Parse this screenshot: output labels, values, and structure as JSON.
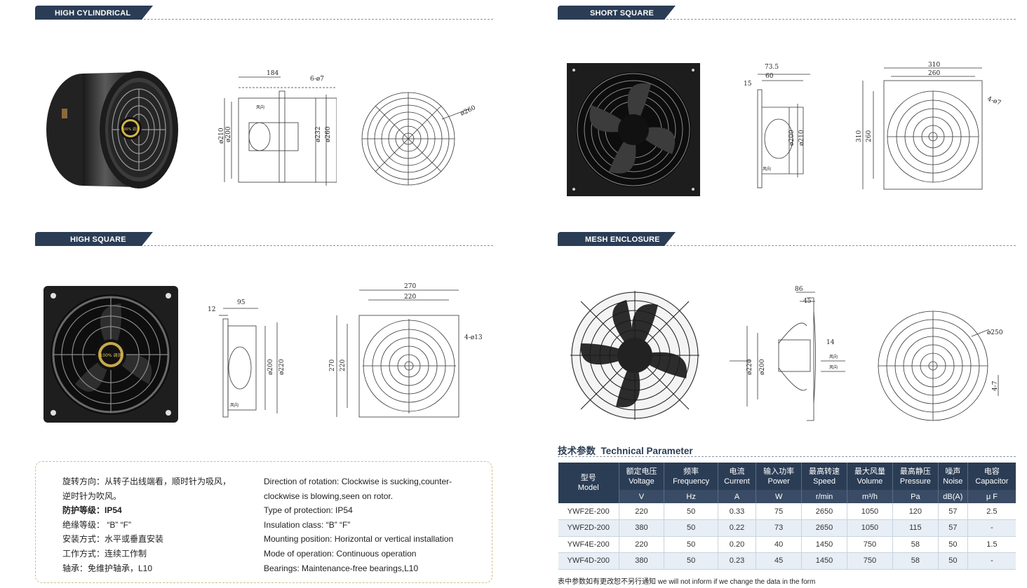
{
  "sections": {
    "high_cylindrical": {
      "title": "HIGH CYLINDRICAL",
      "dims": [
        "184",
        "6-ø7",
        "ø210",
        "ø200",
        "ø232",
        "ø260",
        "ø260"
      ]
    },
    "short_square": {
      "title": "SHORT SQUARE",
      "dims": [
        "73.5",
        "60",
        "15",
        "ø200",
        "ø210",
        "310",
        "260",
        "310",
        "260",
        "4-ø7"
      ]
    },
    "high_square": {
      "title": "HIGH SQUARE",
      "dims": [
        "95",
        "12",
        "ø200",
        "ø220",
        "270",
        "220",
        "270",
        "220",
        "4-ø13"
      ]
    },
    "mesh_enclosure": {
      "title": "MESH ENCLOSURE",
      "dims": [
        "86",
        "45",
        "14",
        "ø220",
        "ø200",
        "ø250",
        "4-7"
      ]
    }
  },
  "airflow_label": "风向",
  "badge_text": "100% 调测",
  "info": {
    "cn": [
      "旋转方向：从转子出线端看，顺时针为吸风，",
      "逆时针为吹风。",
      "防护等级：IP54",
      "绝缘等级：  “B”  “F”",
      "安装方式：水平或垂直安装",
      "工作方式：连续工作制",
      "轴承：免维护轴承，L10"
    ],
    "en": [
      "Direction of rotation: Clockwise is sucking,counter-",
      "clockwise is blowing,seen on rotor.",
      "Type of protection: IP54",
      "Insulation class: “B” “F”",
      "Mounting position: Horizontal or vertical installation",
      "Mode of operation: Continuous operation",
      "Bearings: Maintenance-free bearings,L10"
    ]
  },
  "tech": {
    "title_cn": "技术参数",
    "title_en": "Technical Parameter",
    "headers": [
      {
        "cn": "型号",
        "en": "Model"
      },
      {
        "cn": "额定电压",
        "en": "Voltage"
      },
      {
        "cn": "频率",
        "en": "Frequency"
      },
      {
        "cn": "电流",
        "en": "Current"
      },
      {
        "cn": "输入功率",
        "en": "Power"
      },
      {
        "cn": "最高转速",
        "en": "Speed"
      },
      {
        "cn": "最大风量",
        "en": "Volume"
      },
      {
        "cn": "最高静压",
        "en": "Pressure"
      },
      {
        "cn": "噪声",
        "en": "Noise"
      },
      {
        "cn": "电容",
        "en": "Capacitor"
      }
    ],
    "units": [
      "V",
      "Hz",
      "A",
      "W",
      "r/min",
      "m³/h",
      "Pa",
      "dB(A)",
      "μ F"
    ],
    "rows": [
      [
        "YWF2E-200",
        "220",
        "50",
        "0.33",
        "75",
        "2650",
        "1050",
        "120",
        "57",
        "2.5"
      ],
      [
        "YWF2D-200",
        "380",
        "50",
        "0.22",
        "73",
        "2650",
        "1050",
        "115",
        "57",
        "-"
      ],
      [
        "YWF4E-200",
        "220",
        "50",
        "0.20",
        "40",
        "1450",
        "750",
        "58",
        "50",
        "1.5"
      ],
      [
        "YWF4D-200",
        "380",
        "50",
        "0.23",
        "45",
        "1450",
        "750",
        "58",
        "50",
        "-"
      ]
    ],
    "footnote": "表中参数如有更改恕不另行通知 we will not inform if we change the data in the form"
  }
}
